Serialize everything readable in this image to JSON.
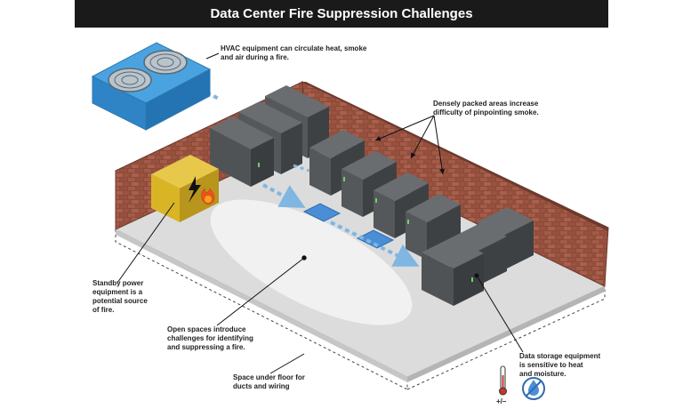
{
  "title": "Data Center Fire Suppression Challenges",
  "callouts": {
    "hvac": "HVAC equipment can circulate heat, smoke\nand air during a fire.",
    "dense": "Densely packed areas increase\ndifficulty of pinpointing smoke.",
    "power": "Standby power\nequipment is a\npotential source\nof fire.",
    "open": "Open spaces introduce\nchallenges for identifying\nand suppressing a fire.",
    "storage": "Data storage equipment\nis sensitive to heat\nand moisture.",
    "underfloor": "Space under floor for\nducts and wiring",
    "thermo": "+/–"
  },
  "colors": {
    "title_bg": "#1a1a1a",
    "brick": "#8c4a3a",
    "floor": "#dcdcdc",
    "server": "#4d5052",
    "hvac": "#3a8fd0",
    "power_box": "#d9b526",
    "flame": "#e8531d",
    "airflow": "#7fb6e2"
  },
  "icons": [
    "hvac-unit",
    "lightning-icon",
    "flame-icon",
    "thermometer-icon",
    "no-water-icon"
  ]
}
